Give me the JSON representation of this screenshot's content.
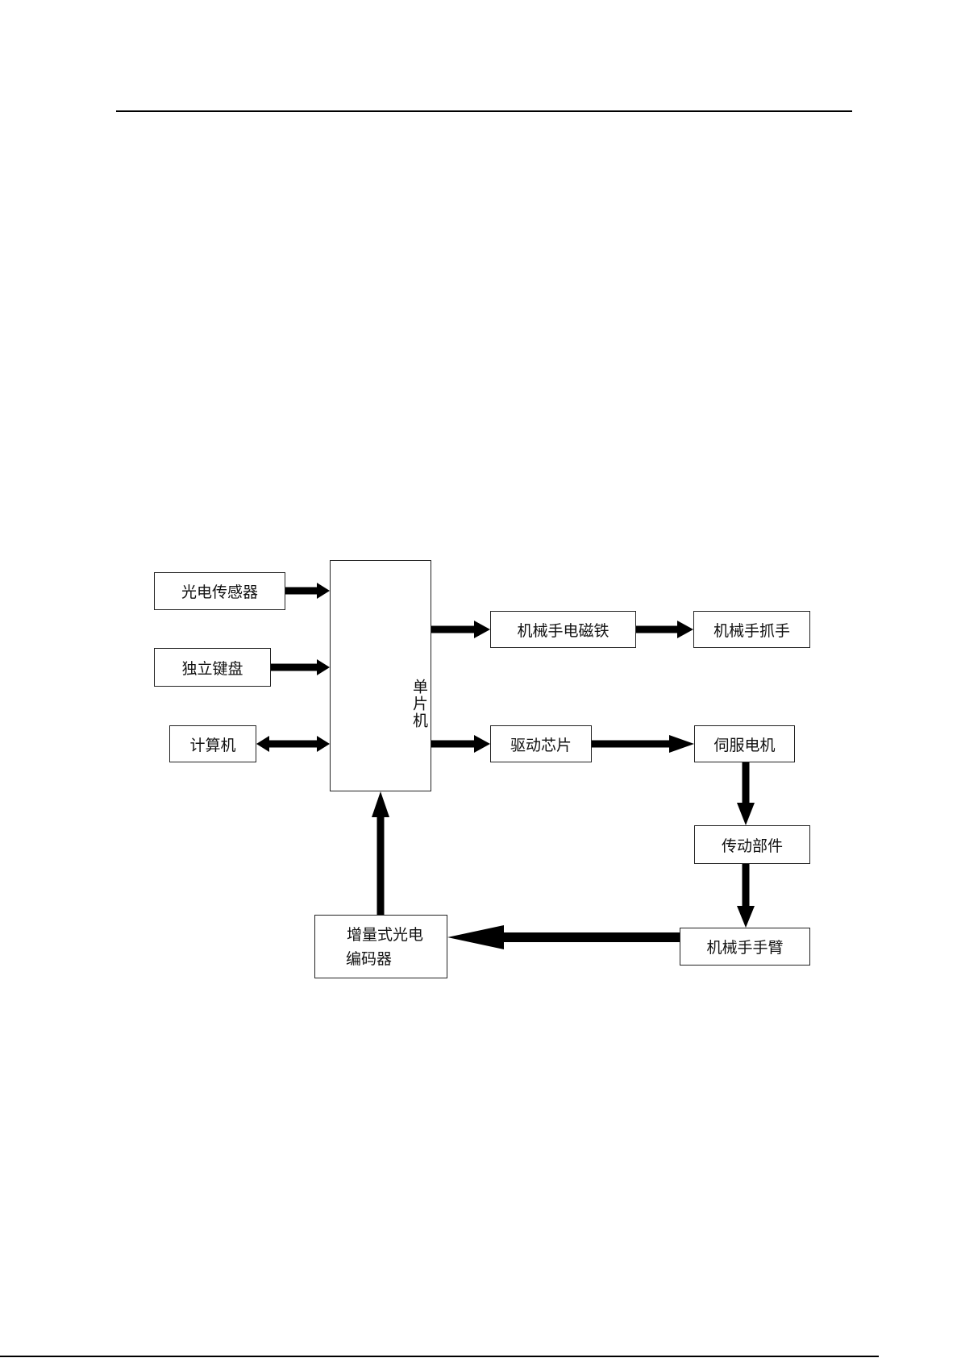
{
  "diagram": {
    "nodes": {
      "photo_sensor": "光电传感器",
      "keyboard": "独立键盘",
      "computer": "计算机",
      "mcu": "单片机",
      "electromagnet": "机械手电磁铁",
      "gripper": "机械手抓手",
      "driver_chip": "驱动芯片",
      "servo_motor": "伺服电机",
      "transmission": "传动部件",
      "arm": "机械手手臂",
      "encoder_line1": "增量式光电",
      "encoder_line2": "编码器"
    }
  }
}
